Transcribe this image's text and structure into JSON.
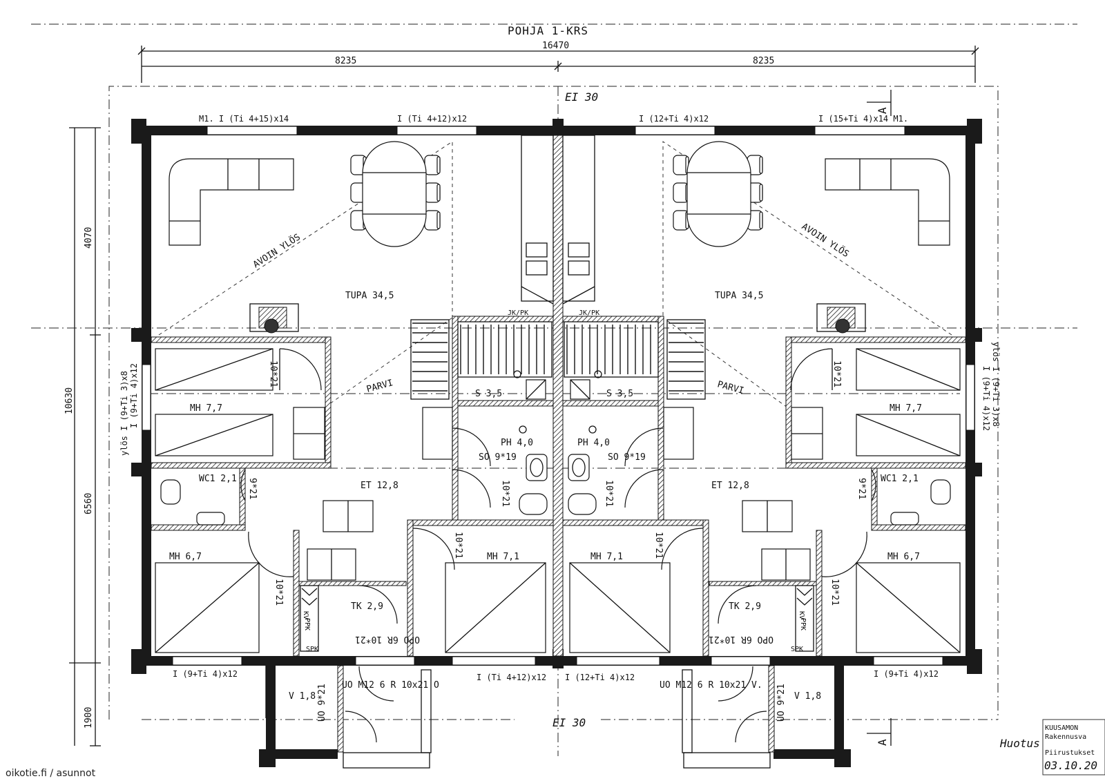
{
  "title": "POHJA 1-KRS",
  "dimensions": {
    "total_width": "16470",
    "left_half": "8235",
    "right_half": "8235",
    "depth_top": "4070",
    "depth_total": "10630",
    "depth_lower": "6560",
    "porch": "1900"
  },
  "firewall_labels": [
    "EI 30",
    "EI 30"
  ],
  "section_marks": [
    "A",
    "A"
  ],
  "rooms": {
    "tupa_left": "TUPA 34,5",
    "tupa_right": "TUPA 34,5",
    "mh_upper_left": "MH 7,7",
    "mh_upper_right": "MH 7,7",
    "sauna_left": "S 3,5",
    "sauna_right": "S 3,5",
    "ph_left": "PH 4,0",
    "ph_right": "PH 4,0",
    "wc_left": "WC1 2,1",
    "wc_right": "WC1 2,1",
    "et_left": "ET 12,8",
    "et_right": "ET 12,8",
    "mh_lower_left": "MH 6,7",
    "mh_lower_right": "MH 6,7",
    "mh_mid_left": "MH 7,1",
    "mh_mid_right": "MH 7,1",
    "tk_left": "TK 2,9",
    "tk_right": "TK 2,9",
    "v_left": "V 1,8",
    "v_right": "V 1,8"
  },
  "windows": {
    "top_1": "M1. I (Ti 4+15)x14",
    "top_2": "I (Ti 4+12)x12",
    "top_3": "I (12+Ti 4)x12",
    "top_4": "I (15+Ti 4)x14 M1.",
    "bottom_1": "I (9+Ti 4)x12",
    "bottom_2": "I (Ti 4+12)x12",
    "bottom_3": "I (12+Ti 4)x12",
    "bottom_4": "I (9+Ti 4)x12",
    "side_left_a": "ylös I (9+Ti 3)x8",
    "side_left_b": "I (9+Ti 4)x12",
    "side_right_a": "I (9+Ti 4)x12",
    "side_right_b": "ylös I (9+Ti 3)x8"
  },
  "doors": {
    "d1": "10*21",
    "d2": "10*21",
    "so_left": "SO 9*19",
    "so_right": "SO 9*19",
    "wc_door_left": "9*21",
    "wc_door_right": "9*21",
    "ph_door_left": "10*21",
    "ph_door_right": "10*21",
    "mh_door_lower_left": "10*21",
    "mh_door_lower_right": "10*21",
    "mh_door_mid_left": "10*21",
    "mh_door_mid_right": "10*21",
    "closet_left": "OPO 6R 10*21",
    "closet_right": "OPO 6R 10*21",
    "entry_left": "UO M12 6 R 10x21 O",
    "entry_right": "UO M12 6 R 10x21 V.",
    "v_door_left": "UO 9*21",
    "v_door_right": "UO 9*21"
  },
  "labels": {
    "open_up_left": "AVOIN YLÖS",
    "open_up_right": "AVOIN YLÖS",
    "parvi_left": "PARVI",
    "parvi_right": "PARVI",
    "jkpk_left": "JK/PK",
    "jkpk_right": "JK/PK",
    "kv_left": "KV",
    "kv_right": "KV",
    "ppk_left": "PPK",
    "ppk_right": "PPK",
    "spk_left": "SPK",
    "spk_right": "SPK"
  },
  "stamp": {
    "line1": "KUUSAMON",
    "line2": "Rakennusva",
    "line3": "Piirustukset",
    "date": "03.10.20",
    "signature": "Huotus"
  },
  "watermark": "oikotie.fi / asunnot"
}
